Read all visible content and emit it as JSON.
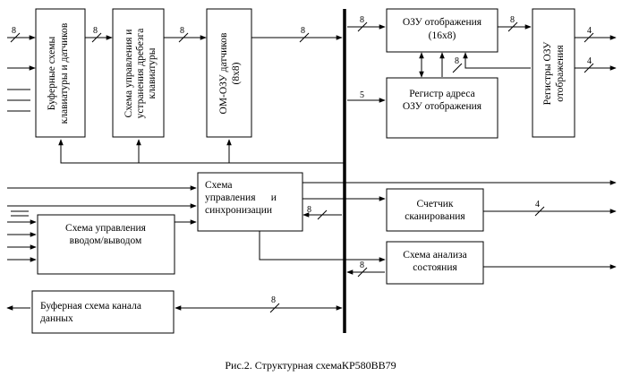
{
  "blocks": {
    "buffer_kbd": [
      "Буферные схемы",
      "клавиатуры и датчиков"
    ],
    "debounce": [
      "Схема управления и",
      "устранения дребезга",
      "клавиатуры"
    ],
    "sensor_ram": [
      "ОМ-ОЗУ датчиков",
      "(8x8)"
    ],
    "display_ram": [
      "ОЗУ отображения",
      "(16x8)"
    ],
    "addr_reg": [
      "Регистр адреса",
      "ОЗУ отображения"
    ],
    "out_regs": [
      "Регистры ОЗУ",
      "отображения"
    ],
    "control_sync": [
      "Схема",
      "управления      и",
      "синхронизации"
    ],
    "io_control": [
      "Схема управления",
      "вводом/выводом"
    ],
    "scan_counter": [
      "Счетчик",
      "сканирования"
    ],
    "state_analysis": [
      "Схема анализа",
      "состояния"
    ],
    "data_buffer": [
      "Буферная схема канала",
      "данных"
    ]
  },
  "bus_widths": {
    "in_buffer": "8",
    "buffer_to_debounce": "8",
    "debounce_to_ram": "8",
    "ram_to_bus": "8",
    "bus_to_display_ram": "8",
    "display_ram_to_regs": "8",
    "display_ram_feedback": "8",
    "bus_to_addr_reg": "5",
    "out_a": "4",
    "out_b": "4",
    "bus_to_control": "8",
    "scan_out": "4",
    "bus_to_state": "8",
    "data_bus": "8"
  },
  "caption": "Рис.2. Структурная схемаКР580ВВ79"
}
